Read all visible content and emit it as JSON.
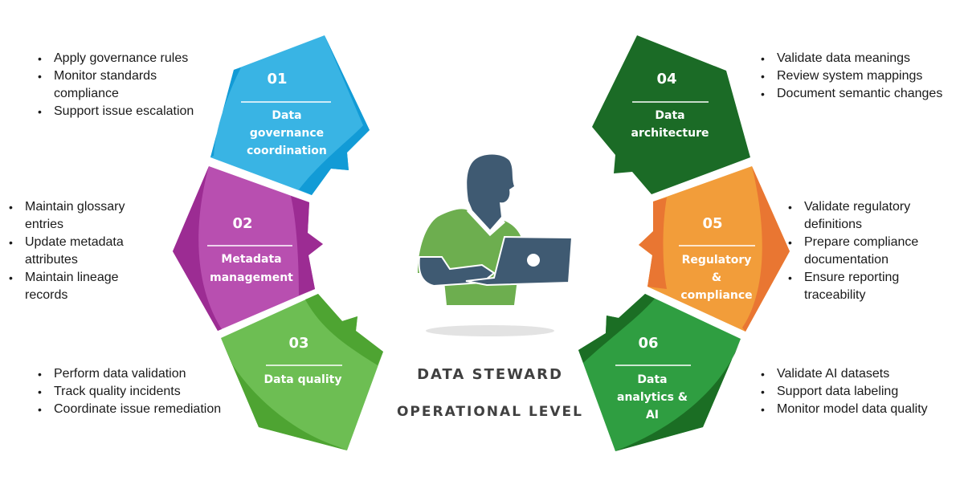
{
  "title": "DATA STEWARD",
  "subtitle": "OPERATIONAL LEVEL",
  "center_figure": "person-with-laptop-icon",
  "segments": [
    {
      "number": "01",
      "title_lines": [
        "Data",
        "governance",
        "coordination"
      ],
      "color": "#39B4E4",
      "shade": "#129BD6",
      "bullets": [
        "Apply governance rules",
        "Monitor standards compliance",
        "Support issue escalation"
      ]
    },
    {
      "number": "02",
      "title_lines": [
        "Metadata",
        "management"
      ],
      "color": "#B84FB0",
      "shade": "#9C2C93",
      "bullets": [
        "Maintain glossary entries",
        "Update metadata attributes",
        "Maintain lineage records"
      ]
    },
    {
      "number": "03",
      "title_lines": [
        "Data quality"
      ],
      "color": "#6DBE53",
      "shade": "#4EA432",
      "bullets": [
        "Perform data validation",
        "Track quality incidents",
        "Coordinate issue remediation"
      ]
    },
    {
      "number": "04",
      "title_lines": [
        "Data",
        "architecture"
      ],
      "color": "#1B6B26",
      "shade": "#155A1F",
      "bullets": [
        "Validate data meanings",
        "Review system mappings",
        "Document semantic changes"
      ]
    },
    {
      "number": "05",
      "title_lines": [
        "Regulatory",
        "&",
        "compliance"
      ],
      "color": "#F29D3A",
      "shade": "#E97632",
      "bullets": [
        "Validate regulatory definitions",
        "Prepare compliance documentation",
        "Ensure reporting traceability"
      ]
    },
    {
      "number": "06",
      "title_lines": [
        "Data",
        "analytics &",
        "AI"
      ],
      "color": "#2F9E41",
      "shade": "#1B6E24",
      "bullets": [
        "Validate AI datasets",
        "Support data labeling",
        "Monitor model data quality"
      ]
    }
  ],
  "figure_colors": {
    "skin": "#3F5A72",
    "shirt": "#6DAE4F"
  }
}
